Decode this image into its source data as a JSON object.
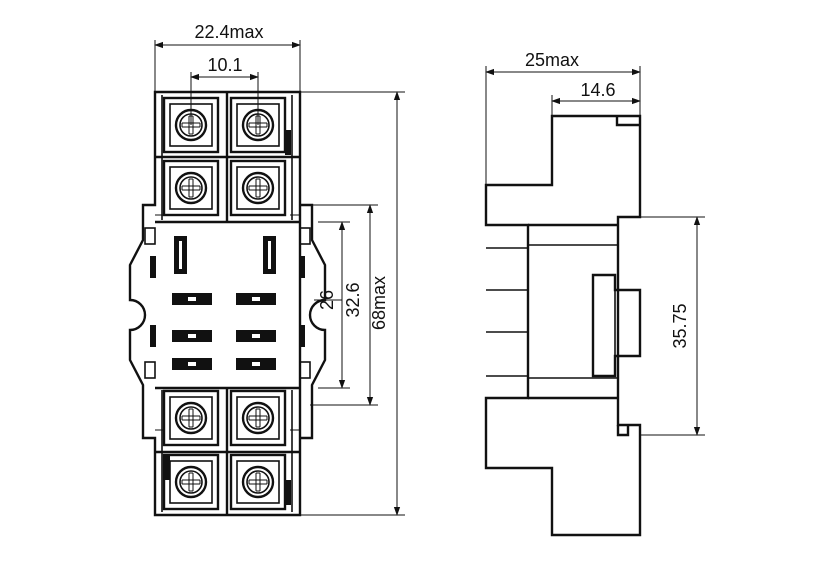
{
  "front_view": {
    "width_label": "22.4max",
    "pitch_label": "10.1",
    "height_label": "68max",
    "mount_label": "32.6",
    "hole_label": "26"
  },
  "side_view": {
    "depth_label": "25max",
    "step_label": "14.6",
    "rail_label": "35.75"
  }
}
